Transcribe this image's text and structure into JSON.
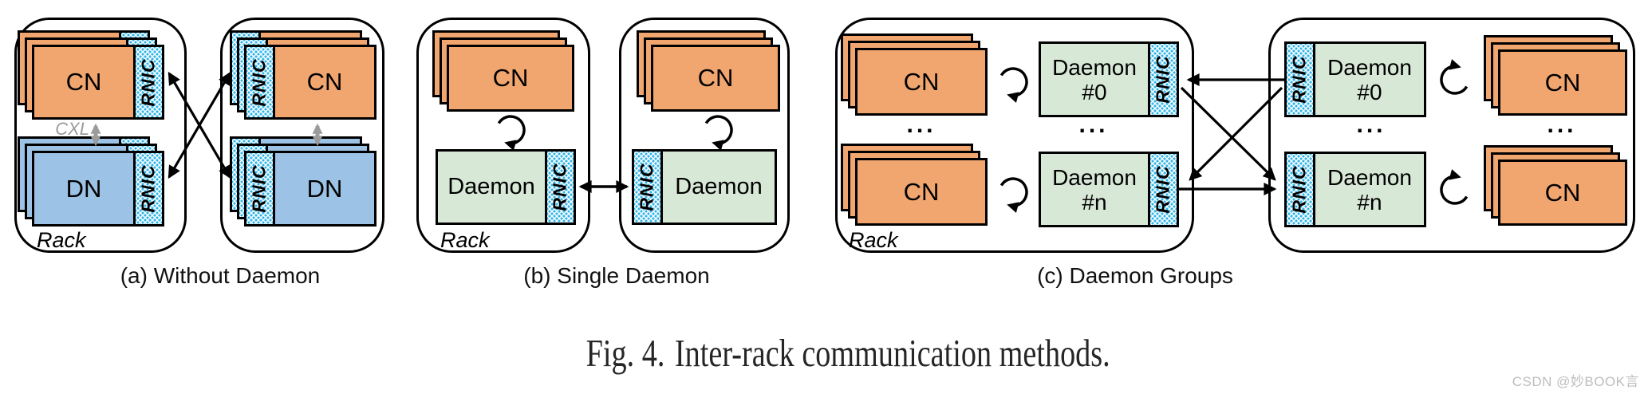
{
  "figure": {
    "fig_label": "Fig. 4.",
    "fig_title": "Inter-rack communication methods.",
    "panels": [
      {
        "id": "a",
        "caption": "(a) Without Daemon"
      },
      {
        "id": "b",
        "caption": "(b) Single Daemon"
      },
      {
        "id": "c",
        "caption": "(c) Daemon Groups"
      }
    ]
  },
  "labels": {
    "cn": "CN",
    "dn": "DN",
    "daemon": "Daemon",
    "rnic": "RNIC",
    "rack": "Rack",
    "cxl": "CXL",
    "hash0": "#0",
    "hashn": "#n",
    "ellipsis": "..."
  },
  "watermark": "CSDN @妙BOOK言",
  "colors": {
    "cn_fill": "#F1A66F",
    "dn_fill": "#9CC3E5",
    "daemon_fill": "#D8E8D6",
    "rnic_dot": "#2FB5E8",
    "outline": "#000000",
    "cxl_gray": "#9B9B9B",
    "caption_text": "#262626",
    "watermark_gray": "#BDBDBD"
  }
}
